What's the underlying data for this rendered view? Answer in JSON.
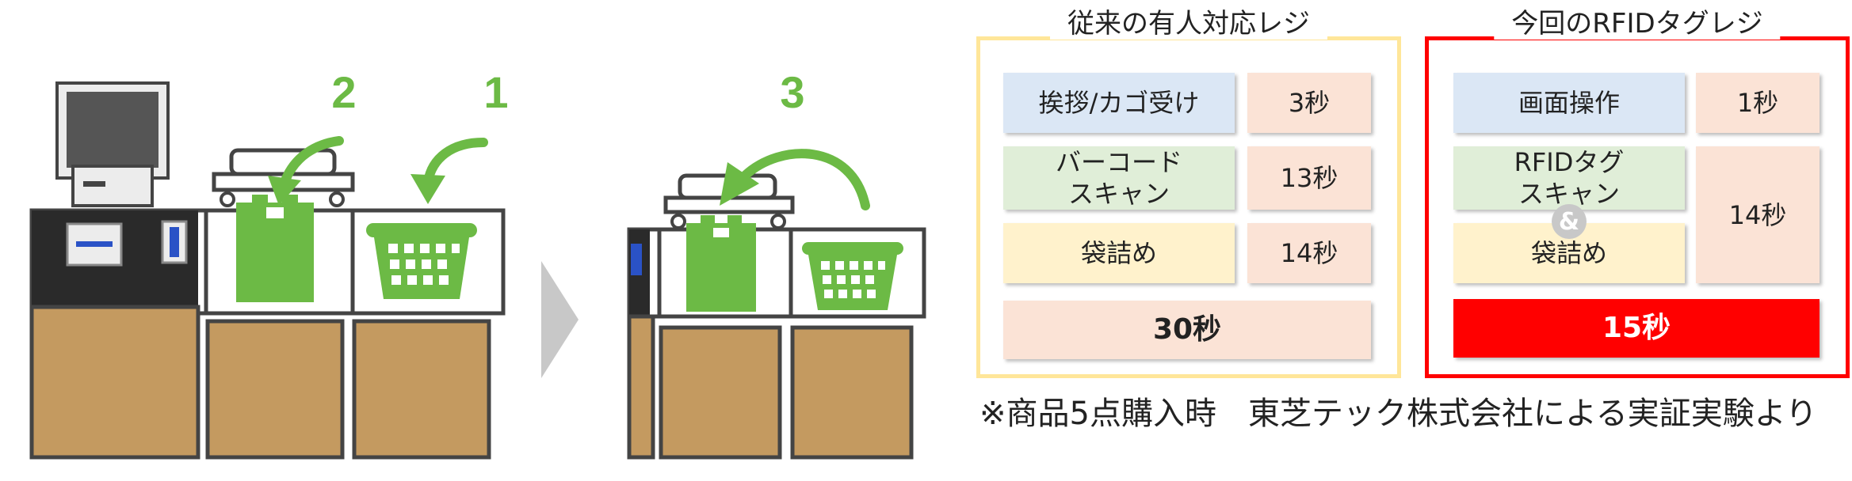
{
  "steps": [
    "1",
    "2",
    "3"
  ],
  "colors": {
    "step_green": "#6cba45",
    "counter_brown": "#c49a60",
    "panel_yellow": "#ffe699",
    "panel_red": "#ff0000"
  },
  "icons": [
    "pos-terminal-icon",
    "shopping-basket-icon",
    "shopping-bag-icon",
    "arrow-icon"
  ],
  "conventional": {
    "title": "従来の有人対応レジ",
    "rows": [
      {
        "task": "挨拶/カゴ受け",
        "time": "3秒"
      },
      {
        "task": "バーコード\nスキャン",
        "time": "13秒"
      },
      {
        "task": "袋詰め",
        "time": "14秒"
      }
    ],
    "total": "30秒"
  },
  "rfid": {
    "title": "今回のRFIDタグレジ",
    "rows": [
      {
        "task": "画面操作",
        "time": "1秒"
      },
      {
        "task": "RFIDタグ\nスキャン",
        "time": ""
      },
      {
        "task": "袋詰め",
        "time": ""
      }
    ],
    "merged_time": "14秒",
    "amp": "&",
    "total": "15秒"
  },
  "footnote": "※商品5点購入時　東芝テック株式会社による実証実験より"
}
